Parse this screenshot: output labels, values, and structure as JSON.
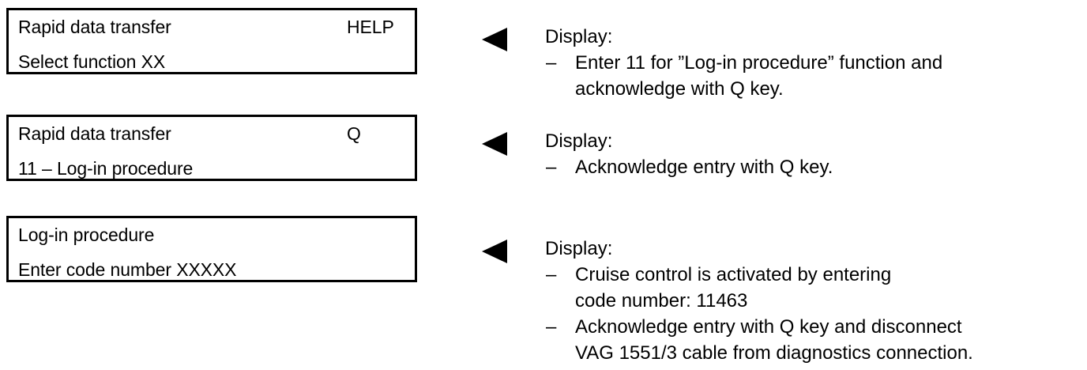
{
  "displays": [
    {
      "name": "select-function",
      "line1": "Rapid data transfer",
      "key": "HELP",
      "line2": "Select function XX"
    },
    {
      "name": "log-in-procedure",
      "line1": "Rapid data transfer",
      "key": "Q",
      "line2": "11 – Log-in procedure"
    },
    {
      "name": "enter-code-number",
      "line1": "Log-in procedure",
      "key": "",
      "line2": "Enter code number XXXXX"
    }
  ],
  "notes": [
    {
      "marker": "left-triangle-icon",
      "heading": "Display:",
      "items": [
        {
          "dash": "–",
          "lines": [
            "Enter 11 for ”Log-in procedure” function and",
            "acknowledge with Q key."
          ]
        }
      ]
    },
    {
      "marker": "left-triangle-icon",
      "heading": "Display:",
      "items": [
        {
          "dash": "–",
          "lines": [
            "Acknowledge entry with Q key."
          ]
        }
      ]
    },
    {
      "marker": "left-triangle-icon",
      "heading": "Display:",
      "items": [
        {
          "dash": "–",
          "lines": [
            "Cruise control is activated by entering",
            "code number: 11463"
          ]
        },
        {
          "dash": "–",
          "lines": [
            "Acknowledge entry with Q key and disconnect",
            "VAG 1551/3 cable from diagnostics connection."
          ]
        }
      ]
    }
  ],
  "colors": {
    "ink": "#000000",
    "paper": "#ffffff"
  }
}
